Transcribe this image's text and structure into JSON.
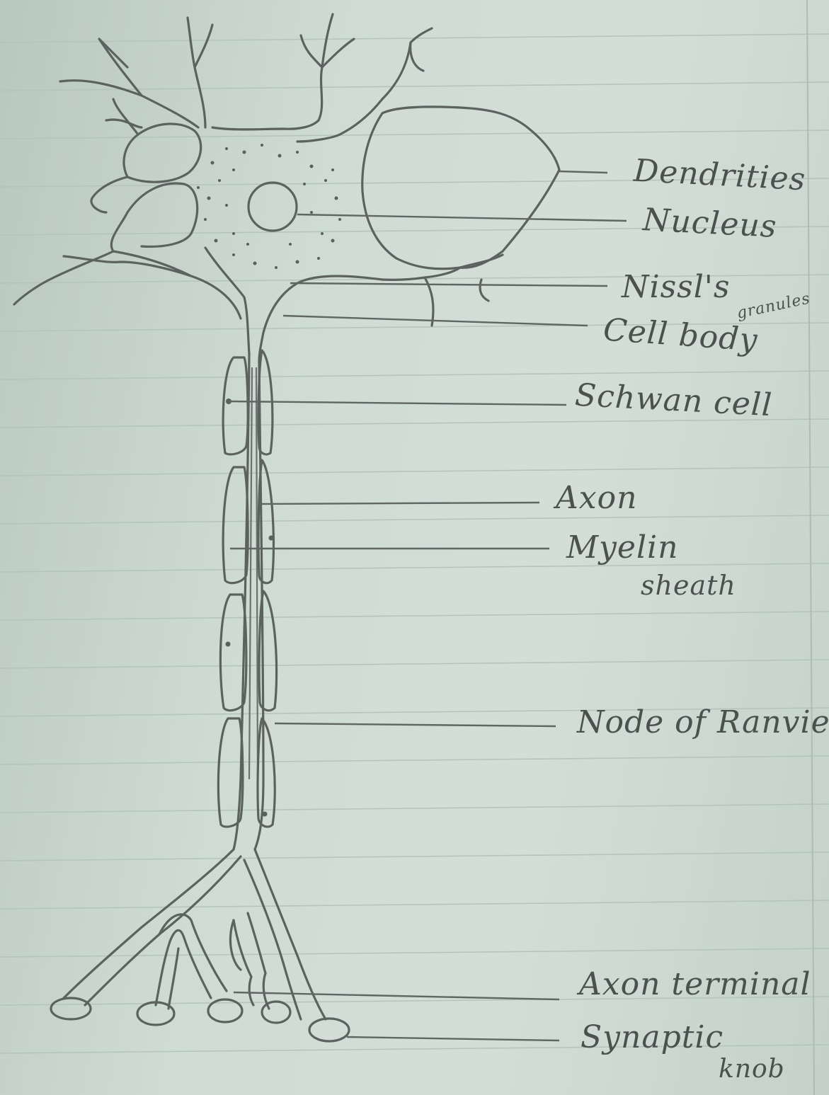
{
  "diagram": {
    "labels": {
      "dendrites": "Dendrities",
      "nucleus": "Nucleus",
      "nissl_word": "Nissl's",
      "nissl_suffix": "granules",
      "cell_body": "Cell body",
      "schwann": "Schwan cell",
      "axon": "Axon",
      "myelin_1": "Myelin",
      "myelin_2": "sheath",
      "node": "Node of Ranvier",
      "axon_terminal": "Axon terminal",
      "synaptic_1": "Synaptic",
      "synaptic_2": "knob"
    }
  }
}
